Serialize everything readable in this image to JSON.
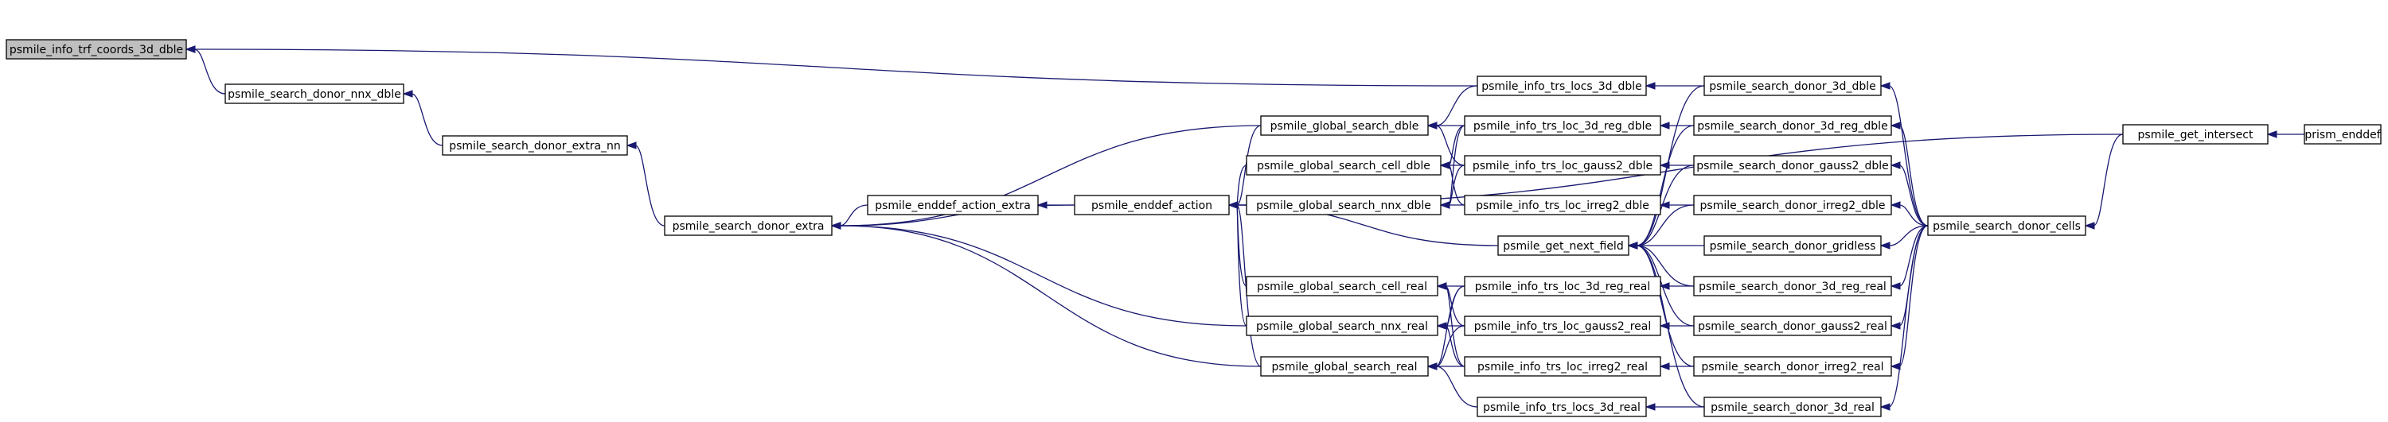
{
  "graph": {
    "colors": {
      "edge": "#191970",
      "node_border": "#000000",
      "root_fill": "#bfbfbf",
      "node_fill": "#ffffff"
    },
    "nodes": [
      {
        "id": "n0",
        "label": "psmile_info_trf_coords_3d_dble",
        "root": true
      },
      {
        "id": "n1",
        "label": "psmile_search_donor_nnx_dble"
      },
      {
        "id": "n2",
        "label": "psmile_search_donor_extra_nn"
      },
      {
        "id": "n3",
        "label": "psmile_search_donor_extra"
      },
      {
        "id": "n4",
        "label": "psmile_enddef_action_extra"
      },
      {
        "id": "n5",
        "label": "psmile_enddef_action"
      },
      {
        "id": "n6",
        "label": "psmile_global_search_dble"
      },
      {
        "id": "n7",
        "label": "psmile_global_search_cell_dble"
      },
      {
        "id": "n8",
        "label": "psmile_global_search_nnx_dble"
      },
      {
        "id": "n9",
        "label": "psmile_global_search_cell_real"
      },
      {
        "id": "n10",
        "label": "psmile_global_search_nnx_real"
      },
      {
        "id": "n11",
        "label": "psmile_global_search_real"
      },
      {
        "id": "n12",
        "label": "psmile_info_trs_locs_3d_dble"
      },
      {
        "id": "n13",
        "label": "psmile_info_trs_loc_3d_reg_dble"
      },
      {
        "id": "n14",
        "label": "psmile_info_trs_loc_gauss2_dble"
      },
      {
        "id": "n15",
        "label": "psmile_info_trs_loc_irreg2_dble"
      },
      {
        "id": "n16",
        "label": "psmile_get_next_field"
      },
      {
        "id": "n17",
        "label": "psmile_info_trs_loc_3d_reg_real"
      },
      {
        "id": "n18",
        "label": "psmile_info_trs_loc_gauss2_real"
      },
      {
        "id": "n19",
        "label": "psmile_info_trs_loc_irreg2_real"
      },
      {
        "id": "n20",
        "label": "psmile_info_trs_locs_3d_real"
      },
      {
        "id": "n21",
        "label": "psmile_search_donor_3d_dble"
      },
      {
        "id": "n22",
        "label": "psmile_search_donor_3d_reg_dble"
      },
      {
        "id": "n23",
        "label": "psmile_search_donor_gauss2_dble"
      },
      {
        "id": "n24",
        "label": "psmile_search_donor_irreg2_dble"
      },
      {
        "id": "n25",
        "label": "psmile_search_donor_gridless"
      },
      {
        "id": "n26",
        "label": "psmile_search_donor_3d_reg_real"
      },
      {
        "id": "n27",
        "label": "psmile_search_donor_gauss2_real"
      },
      {
        "id": "n28",
        "label": "psmile_search_donor_irreg2_real"
      },
      {
        "id": "n29",
        "label": "psmile_search_donor_3d_real"
      },
      {
        "id": "n30",
        "label": "psmile_search_donor_cells"
      },
      {
        "id": "n31",
        "label": "psmile_get_intersect"
      },
      {
        "id": "n32",
        "label": "prism_enddef"
      }
    ],
    "edges": [
      [
        "n0",
        "n1"
      ],
      [
        "n0",
        "n12"
      ],
      [
        "n1",
        "n2"
      ],
      [
        "n2",
        "n3"
      ],
      [
        "n3",
        "n4"
      ],
      [
        "n3",
        "n5"
      ],
      [
        "n3",
        "n6"
      ],
      [
        "n3",
        "n10"
      ],
      [
        "n3",
        "n11"
      ],
      [
        "n4",
        "n5"
      ],
      [
        "n5",
        "n6"
      ],
      [
        "n5",
        "n7"
      ],
      [
        "n5",
        "n8"
      ],
      [
        "n5",
        "n9"
      ],
      [
        "n5",
        "n10"
      ],
      [
        "n5",
        "n11"
      ],
      [
        "n5",
        "n16"
      ],
      [
        "n5",
        "n31"
      ],
      [
        "n6",
        "n12"
      ],
      [
        "n6",
        "n13"
      ],
      [
        "n6",
        "n14"
      ],
      [
        "n7",
        "n13"
      ],
      [
        "n7",
        "n14"
      ],
      [
        "n7",
        "n15"
      ],
      [
        "n8",
        "n13"
      ],
      [
        "n8",
        "n14"
      ],
      [
        "n8",
        "n15"
      ],
      [
        "n9",
        "n17"
      ],
      [
        "n9",
        "n18"
      ],
      [
        "n9",
        "n19"
      ],
      [
        "n10",
        "n17"
      ],
      [
        "n10",
        "n18"
      ],
      [
        "n10",
        "n19"
      ],
      [
        "n11",
        "n17"
      ],
      [
        "n11",
        "n18"
      ],
      [
        "n11",
        "n19"
      ],
      [
        "n11",
        "n20"
      ],
      [
        "n12",
        "n21"
      ],
      [
        "n13",
        "n22"
      ],
      [
        "n14",
        "n23"
      ],
      [
        "n15",
        "n24"
      ],
      [
        "n16",
        "n21"
      ],
      [
        "n16",
        "n22"
      ],
      [
        "n16",
        "n23"
      ],
      [
        "n16",
        "n24"
      ],
      [
        "n16",
        "n25"
      ],
      [
        "n16",
        "n26"
      ],
      [
        "n16",
        "n27"
      ],
      [
        "n16",
        "n28"
      ],
      [
        "n16",
        "n29"
      ],
      [
        "n17",
        "n26"
      ],
      [
        "n18",
        "n27"
      ],
      [
        "n19",
        "n28"
      ],
      [
        "n20",
        "n29"
      ],
      [
        "n21",
        "n30"
      ],
      [
        "n22",
        "n30"
      ],
      [
        "n23",
        "n30"
      ],
      [
        "n24",
        "n30"
      ],
      [
        "n25",
        "n30"
      ],
      [
        "n26",
        "n30"
      ],
      [
        "n27",
        "n30"
      ],
      [
        "n28",
        "n30"
      ],
      [
        "n29",
        "n30"
      ],
      [
        "n30",
        "n31"
      ],
      [
        "n31",
        "n32"
      ]
    ]
  }
}
